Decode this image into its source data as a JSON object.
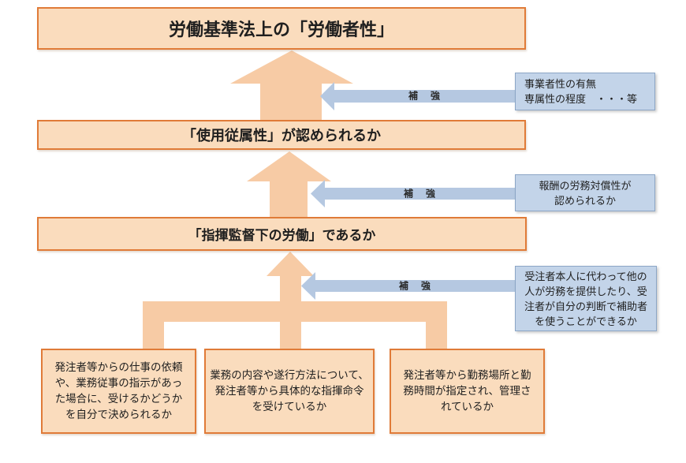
{
  "diagram": {
    "title_box": "労働基準法上の「労働者性」",
    "level2_box": "「使用従属性」が認められるか",
    "level3_box": "「指揮監督下の労働」であるか",
    "reinforce_label": "補　強",
    "side_boxes": {
      "business_nature": "事業者性の有無\n専属性の程度　・・・等",
      "remuneration": "報酬の労務対償性が\n認められるか",
      "substitution": "受注者本人に代わって他の\n人が労務を提供したり、受\n注者が自分の判断で補助者\nを使うことができるか"
    },
    "criteria_boxes": {
      "acceptance_freedom": "発注者等からの仕事の依頼\nや、業務従事の指示があっ\nた場合に、受けるかどうか\nを自分で決められるか",
      "direction_orders": "業務の内容や遂行方法について、\n発注者等から具体的な指揮命令\nを受けているか",
      "time_place_control": "発注者等から勤務場所と勤\n務時間が指定され、管理さ\nれているか"
    },
    "colors": {
      "orange_border": "#E07B38",
      "orange_fill": "#FADCBD",
      "orange_arrow": "#F7CBA5",
      "blue_box_fill": "#C3D4E9",
      "blue_box_border": "#8CA6C6",
      "blue_arrow": "#B5C8E1",
      "text": "#1F1F1F"
    }
  }
}
